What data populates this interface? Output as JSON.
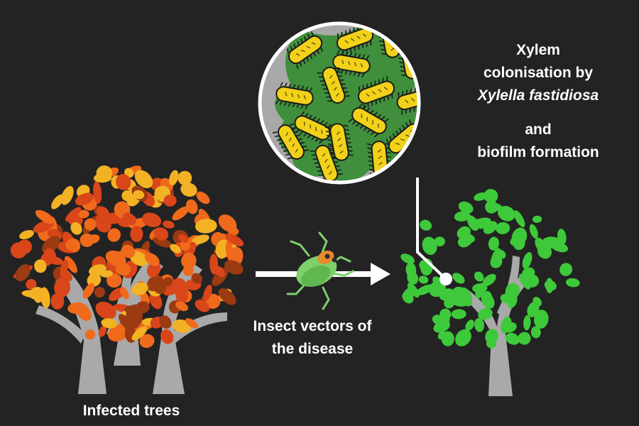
{
  "caption": {
    "line1": "Xylem",
    "line2": "colonisation by",
    "line3": "Xylella fastidiosa",
    "line4": "and",
    "line5": "biofilm formation"
  },
  "insect_label": {
    "line1": "Insect vectors of",
    "line2": "the disease"
  },
  "infected_label": "Infected trees",
  "colors": {
    "background": "#232323",
    "trunk": "#a9a9a9",
    "healthy_leaf": "#3ec93a",
    "infected_red": "#d9461a",
    "infected_brown": "#9c3a12",
    "infected_orange": "#f06a1c",
    "infected_yellow": "#f2b224",
    "bacteria": "#f2d11a",
    "biofilm": "#3f8f3c",
    "zoom_bg": "#a8a8a8",
    "insect_body": "#7ed06a"
  }
}
